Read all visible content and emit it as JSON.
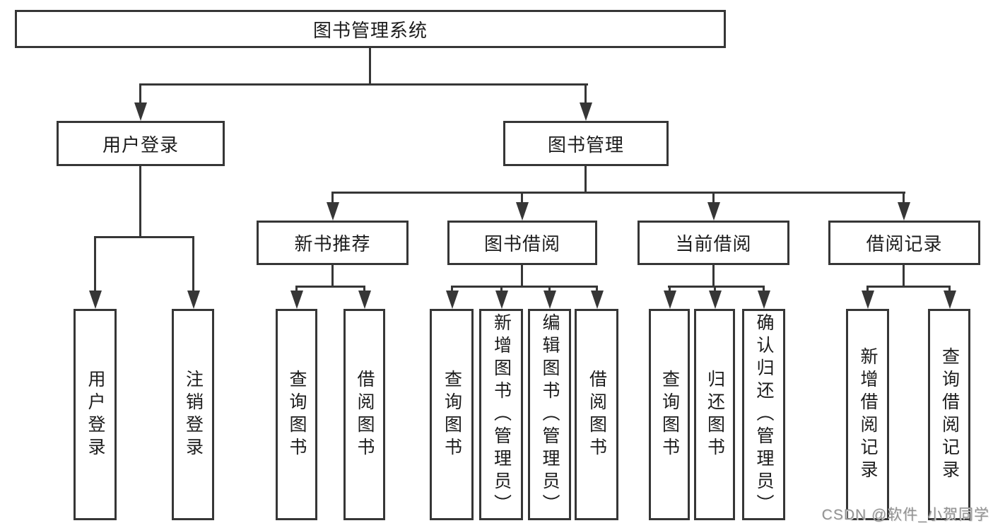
{
  "diagram": {
    "root": {
      "label": "图书管理系统"
    },
    "branches": [
      {
        "label": "用户登录",
        "children": [
          {
            "label": "用户登录"
          },
          {
            "label": "注销登录"
          }
        ]
      },
      {
        "label": "图书管理",
        "children": [
          {
            "label": "新书推荐",
            "children": [
              {
                "label": "查询图书"
              },
              {
                "label": "借阅图书"
              }
            ]
          },
          {
            "label": "图书借阅",
            "children": [
              {
                "label": "查询图书"
              },
              {
                "label": "新增图书（管理员）"
              },
              {
                "label": "编辑图书（管理员）"
              },
              {
                "label": "借阅图书"
              }
            ]
          },
          {
            "label": "当前借阅",
            "children": [
              {
                "label": "查询图书"
              },
              {
                "label": "归还图书"
              },
              {
                "label": "确认归还（管理员）"
              }
            ]
          },
          {
            "label": "借阅记录",
            "children": [
              {
                "label": "新增借阅记录"
              },
              {
                "label": "查询借阅记录"
              }
            ]
          }
        ]
      }
    ]
  },
  "watermark": "CSDN @软件_小贺同学",
  "colors": {
    "line": "#363636",
    "text": "#1c1c1c",
    "watermark": "#929292",
    "background": "#ffffff"
  }
}
